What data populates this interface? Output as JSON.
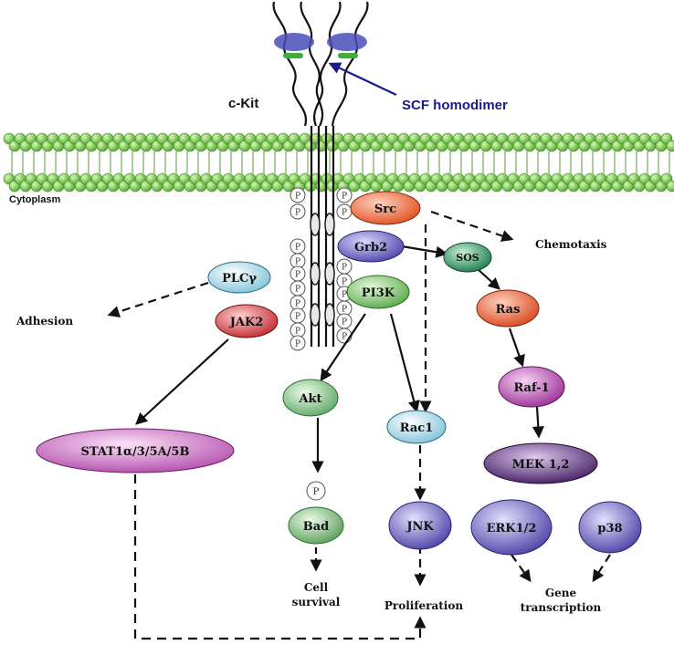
{
  "receptor": {
    "name": "c-Kit",
    "ligand": "SCF homodimer",
    "compartment": "Cytoplasm"
  },
  "nodes": {
    "src": "Src",
    "grb2": "Grb2",
    "sos": "SOS",
    "plcy": "PLCγ",
    "jak2": "JAK2",
    "pi3k": "PI3K",
    "ras": "Ras",
    "raf1": "Raf-1",
    "mek": "MEK 1,2",
    "akt": "Akt",
    "rac1": "Rac1",
    "stat": "STAT1α/3/5A/5B",
    "bad": "Bad",
    "jnk": "JNK",
    "erk": "ERK1/2",
    "p38": "p38"
  },
  "phospho": "P",
  "outcomes": {
    "chemotaxis": "Chemotaxis",
    "adhesion": "Adhesion",
    "cell_survival_1": "Cell",
    "cell_survival_2": "survival",
    "proliferation": "Proliferation",
    "gene_transcription_1": "Gene",
    "gene_transcription_2": "transcription"
  },
  "colors": {
    "membrane": "#7ed14a",
    "src": "#f26a3b",
    "grb2": "#7c74cf",
    "sos": "#3fa774",
    "plcy": "#a8dbe8",
    "jak2": "#e2555a",
    "pi3k": "#87cf78",
    "ras": "#f06a3e",
    "raf1": "#c85fc0",
    "mek": "#6a3a8a",
    "akt": "#92cf96",
    "rac1": "#a9dcea",
    "stat": "#d77fd0",
    "bad": "#8fce8c",
    "jnk": "#7a72cc",
    "erk": "#7a72cc",
    "p38": "#7a72cc",
    "ligand": "#1a1a8a"
  }
}
